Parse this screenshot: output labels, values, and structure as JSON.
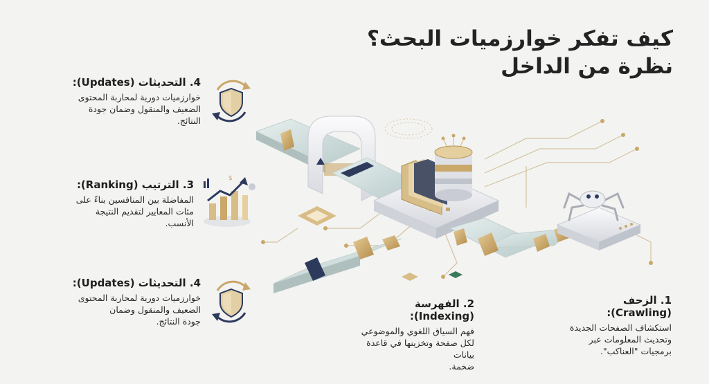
{
  "title": {
    "line1": "كيف تفكر خوارزميات البحث؟",
    "line2": "نظرة من الداخل"
  },
  "steps": {
    "updates_top": {
      "heading": "4. التحديثات (Updates):",
      "lines": [
        "خوارزميات دورية لمحاربة المحتوى",
        "الضعيف والمنقول وضمان جودة",
        "النتائج."
      ]
    },
    "ranking": {
      "heading": "3. الترتيب (Ranking):",
      "lines": [
        "المفاضلة بين المنافسين بناءً على",
        "مئات المعايير لتقديم النتيجة",
        "الأنسب."
      ]
    },
    "updates_bottom": {
      "heading": "4. التحديثات (Updates):",
      "lines": [
        "خوارزميات دورية لمحاربة المحتوى",
        "الضعيف والمنقول وضمان",
        "جودة النتائج."
      ]
    },
    "indexing": {
      "heading": "2. الفهرسة (Indexing):",
      "lines": [
        "فهم السياق اللغوي والموضوعي",
        "لكل صفحة وتخزينها في قاعدة بيانات",
        "ضخمة."
      ]
    },
    "crawling": {
      "heading": "1. الزحف (Crawling):",
      "lines": [
        "استكشاف الصفحات الجديدة",
        "وتحديث المعلومات عبر",
        "برمجيات \"العناكب\"."
      ]
    }
  },
  "icons": [
    "shield-sync-icon",
    "growth-chart-icon",
    "shield-sync-icon",
    "database-icon",
    "folder-icon",
    "spider-bot-icon",
    "scanner-gate-icon",
    "conveyor-icon",
    "circuit-lines-icon"
  ],
  "colors": {
    "background": "#f3f3f2",
    "gold": "#c9a86a",
    "navy": "#2d3a5c",
    "glass": "#d4e2e0",
    "platform": "#e9eaed"
  }
}
